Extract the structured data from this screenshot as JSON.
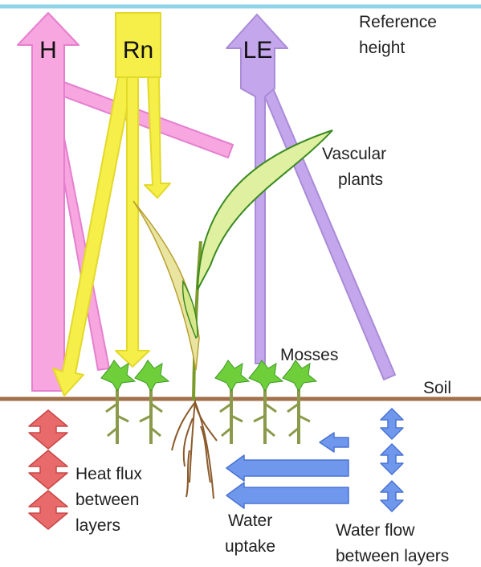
{
  "labels": {
    "h": "H",
    "rn": "Rn",
    "le": "LE",
    "reference_height_1": "Reference",
    "reference_height_2": "height",
    "vascular_1": "Vascular",
    "vascular_2": "plants",
    "mosses": "Mosses",
    "soil": "Soil",
    "heat_flux_1": "Heat flux",
    "heat_flux_2": "between",
    "heat_flux_3": "layers",
    "water_uptake_1": "Water",
    "water_uptake_2": "uptake",
    "water_flow_1": "Water flow",
    "water_flow_2": "between layers"
  },
  "colors": {
    "reference_line": "#8fd3e8",
    "soil_line": "#a0714a",
    "h_fill": "#f7a6df",
    "h_stroke": "#e57fcf",
    "rn_fill": "#f6ef4a",
    "rn_stroke": "#e3d92a",
    "le_fill": "#c4a6ec",
    "le_stroke": "#a98bd8",
    "heat_fill": "#e86a6a",
    "heat_stroke": "#c94747",
    "water_fill": "#6f97ec",
    "water_stroke": "#4a74d4",
    "leaf_fill": "#dff0a0",
    "leaf_stroke": "#3b8a22",
    "moss": "#6fcf3a",
    "root": "#8b5a2b"
  }
}
